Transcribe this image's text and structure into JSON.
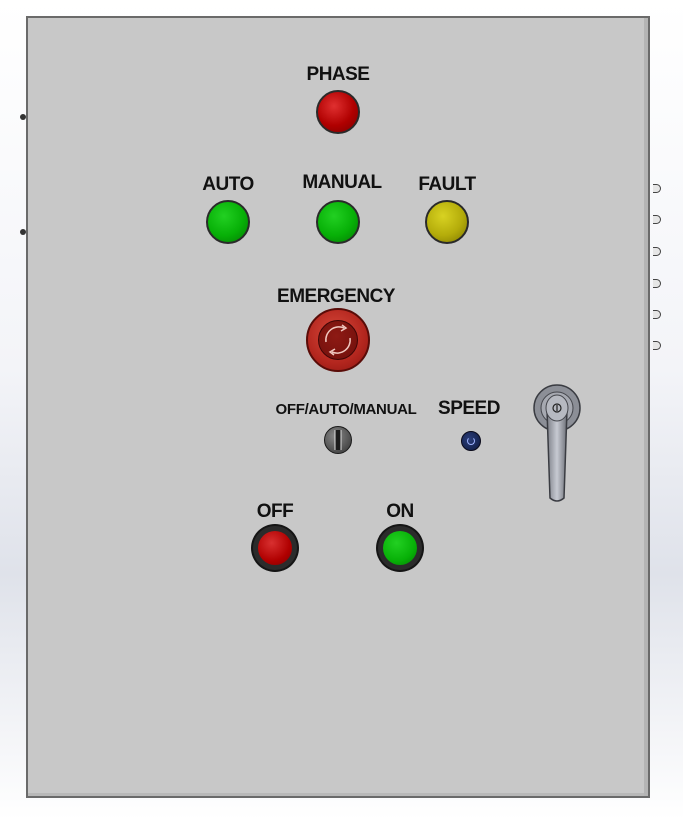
{
  "panel": {
    "labels": {
      "phase": "PHASE",
      "auto": "AUTO",
      "manual": "MANUAL",
      "fault": "FAULT",
      "emergency": "EMERGENCY",
      "selector": "OFF/AUTO/MANUAL",
      "speed": "SPEED",
      "off": "OFF",
      "on": "ON"
    },
    "indicators": [
      {
        "name": "phase",
        "color": "#b00000"
      },
      {
        "name": "auto",
        "color": "#07b007"
      },
      {
        "name": "manual",
        "color": "#07b007"
      },
      {
        "name": "fault",
        "color": "#b4ac0a"
      }
    ],
    "buttons": [
      {
        "name": "off",
        "color": "#b00000"
      },
      {
        "name": "on",
        "color": "#07b007"
      }
    ],
    "emergency_stop_color": "#b3261e",
    "speed_knob_color": "#1a2a5e",
    "panel_color": "#c8c8c8"
  }
}
